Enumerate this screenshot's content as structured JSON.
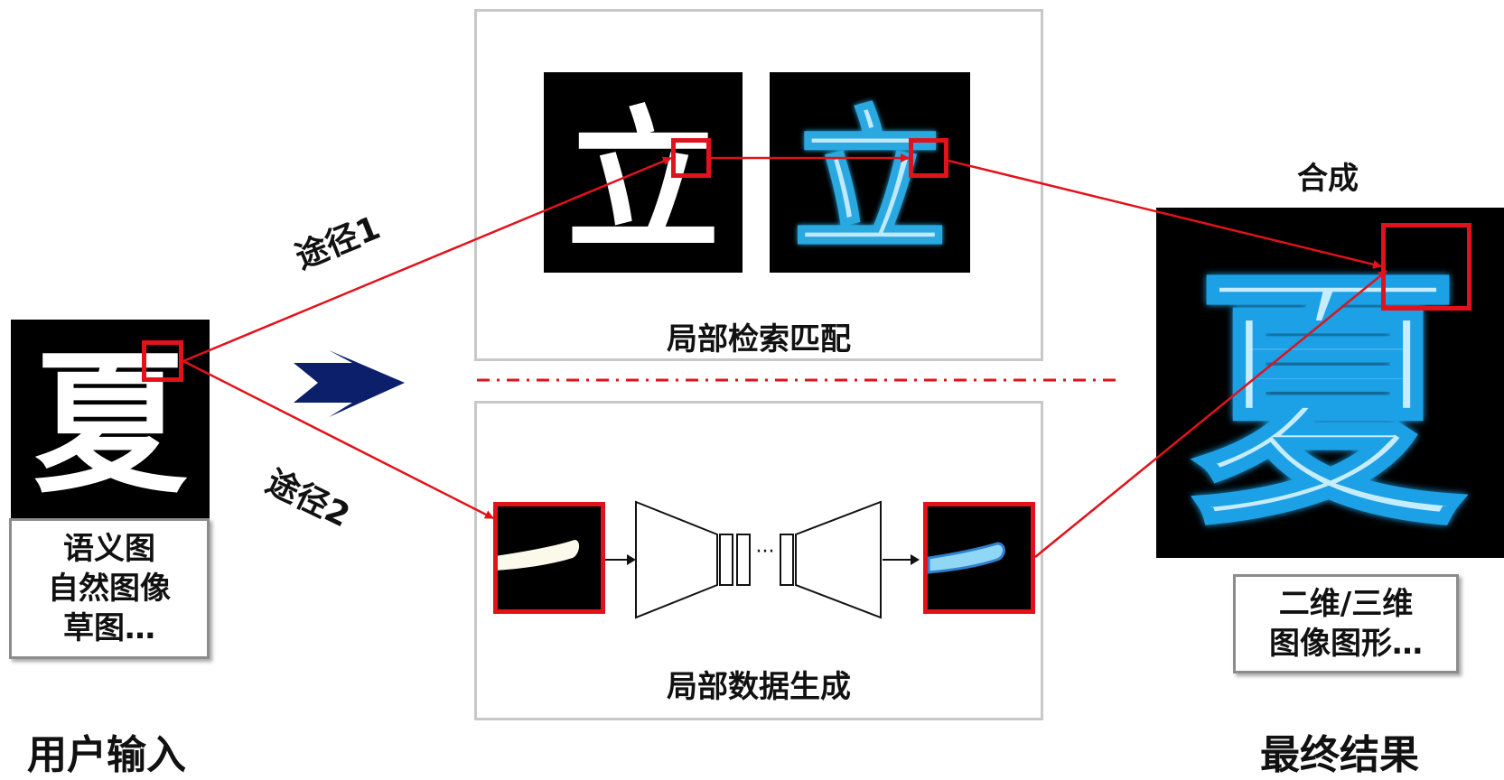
{
  "user_input": {
    "label": "用户输入",
    "types": [
      "语义图",
      "自然图像",
      "草图…"
    ],
    "glyph": "夏"
  },
  "path1": {
    "label": "途径1"
  },
  "path2": {
    "label": "途径2"
  },
  "retrieval": {
    "caption": "局部检索匹配",
    "glyph": "立"
  },
  "generation": {
    "caption": "局部数据生成",
    "ellipsis": "···"
  },
  "synthesis": {
    "label": "合成"
  },
  "final": {
    "label": "最终结果",
    "types": [
      "二维/三维",
      "图像图形…"
    ],
    "glyph": "夏"
  },
  "colors": {
    "red": "#e1121b",
    "navy": "#0b1f6b",
    "ice": "#5fd0ff"
  }
}
